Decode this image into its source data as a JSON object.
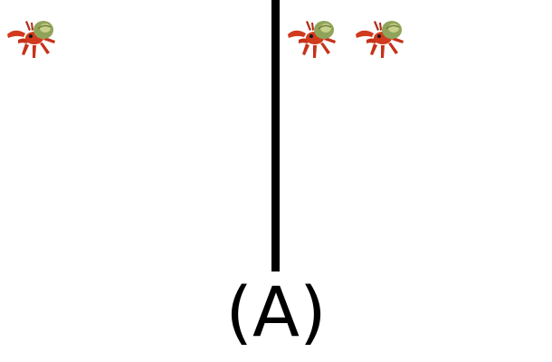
{
  "figure": {
    "label": "(A)",
    "divider_color": "#000000",
    "left_region": {
      "crab_count": 1
    },
    "right_region": {
      "crab_count": 2
    },
    "crab_icon": "hermit-crab-icon",
    "crab_colors": {
      "body": "#d23a1e",
      "shell": "#8fa45a",
      "shell_highlight": "#c9d08a"
    }
  }
}
